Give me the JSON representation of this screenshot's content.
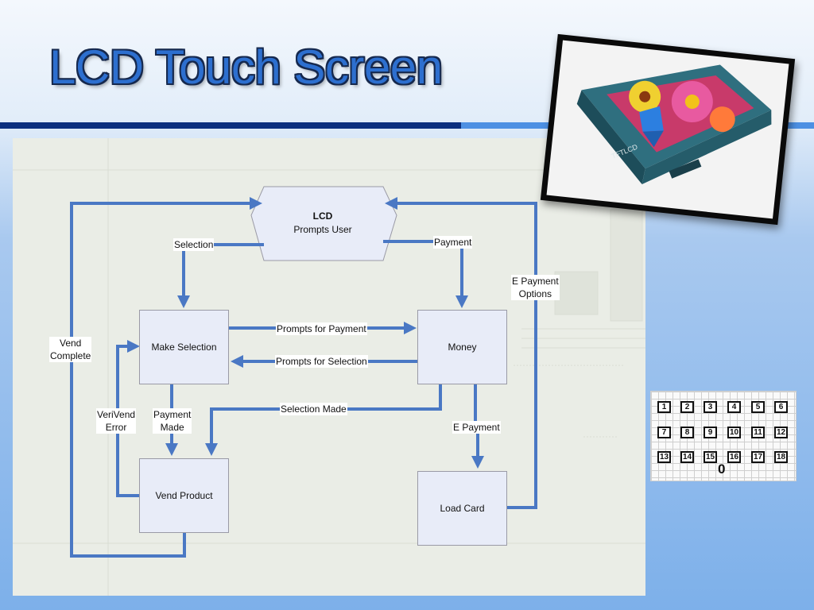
{
  "slide": {
    "title": "LCD Touch Screen"
  },
  "diagram": {
    "hexagon": {
      "title": "LCD",
      "subtitle": "Prompts User"
    },
    "boxes": {
      "make_selection": "Make Selection",
      "money": "Money",
      "vend_product": "Vend Product",
      "load_card": "Load Card"
    },
    "labels": {
      "selection": "Selection",
      "payment": "Payment",
      "e_payment_options_1": "E Payment",
      "e_payment_options_2": "Options",
      "vend_complete_1": "Vend",
      "vend_complete_2": "Complete",
      "prompts_for_payment": "Prompts for Payment",
      "prompts_for_selection": "Prompts for Selection",
      "verivend_error_1": "VeriVend",
      "verivend_error_2": "Error",
      "payment_made_1": "Payment",
      "payment_made_2": "Made",
      "selection_made": "Selection Made",
      "e_payment": "E Payment"
    },
    "arrow_color": "#4a78c4"
  },
  "photo": {
    "board_label": "TFTLCD"
  },
  "keypad": {
    "keys": [
      "1",
      "2",
      "3",
      "4",
      "5",
      "6",
      "7",
      "8",
      "9",
      "10",
      "11",
      "12",
      "13",
      "14",
      "15",
      "16",
      "17",
      "18"
    ],
    "zero": "0"
  },
  "colors": {
    "title": "#2d6fcf",
    "rule_dark": "#0c2f7e",
    "rule_light": "#4d90e3"
  }
}
